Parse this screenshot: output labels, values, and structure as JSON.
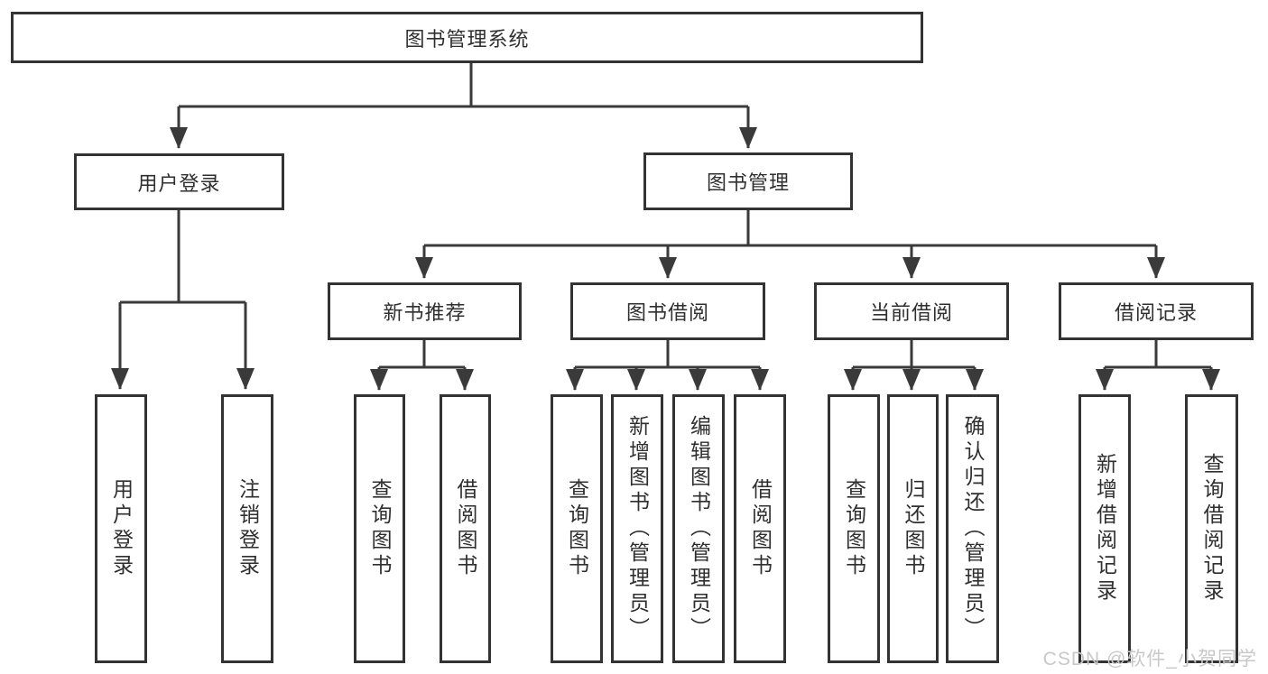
{
  "diagram": {
    "root": {
      "label": "图书管理系统"
    },
    "branches": [
      {
        "label": "用户登录",
        "children": [
          {
            "label": "用户登录"
          },
          {
            "label": "注销登录"
          }
        ]
      },
      {
        "label": "图书管理",
        "children": [
          {
            "label": "新书推荐",
            "children": [
              {
                "label": "查询图书"
              },
              {
                "label": "借阅图书"
              }
            ]
          },
          {
            "label": "图书借阅",
            "children": [
              {
                "label": "查询图书"
              },
              {
                "label": "新增图书（管理员）"
              },
              {
                "label": "编辑图书（管理员）"
              },
              {
                "label": "借阅图书"
              }
            ]
          },
          {
            "label": "当前借阅",
            "children": [
              {
                "label": "查询图书"
              },
              {
                "label": "归还图书"
              },
              {
                "label": "确认归还（管理员）"
              }
            ]
          },
          {
            "label": "借阅记录",
            "children": [
              {
                "label": "新增借阅记录"
              },
              {
                "label": "查询借阅记录"
              }
            ]
          }
        ]
      }
    ]
  },
  "watermark": {
    "text": "CSDN @软件_小贺同学"
  },
  "colors": {
    "line": "#3a3a3a",
    "box_border": "#333333",
    "box_fill": "#ffffff",
    "text": "#2f2f2f",
    "watermark": "#c8c8c8",
    "background": "#ffffff"
  }
}
